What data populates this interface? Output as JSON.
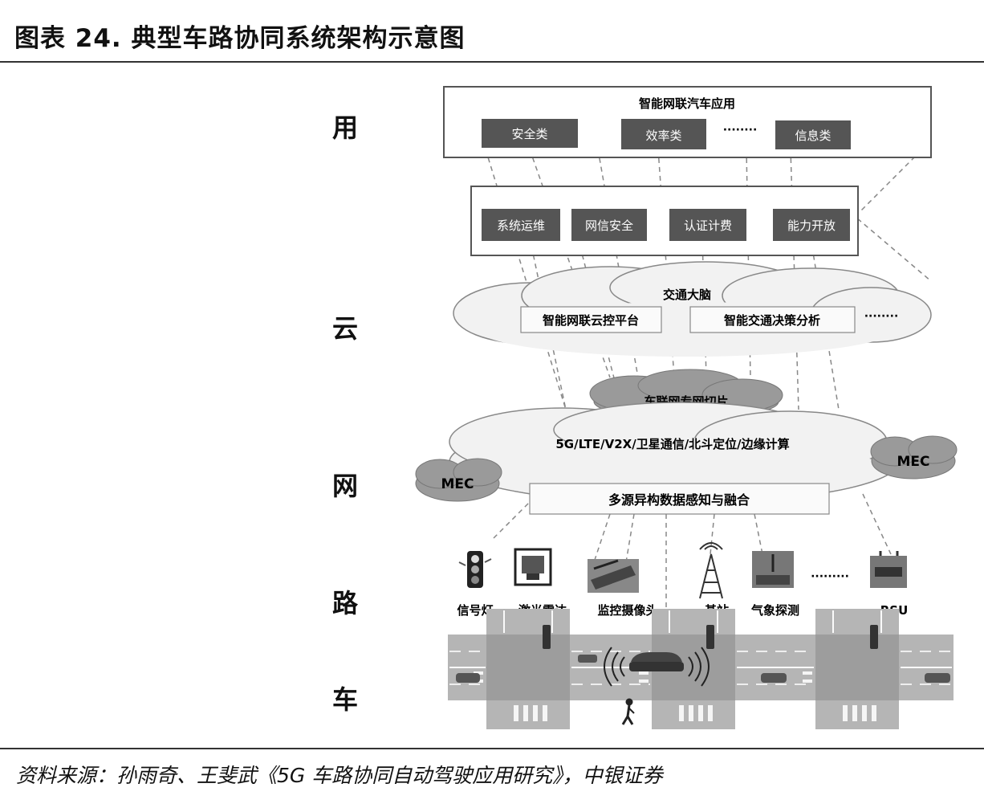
{
  "title": "图表 24. 典型车路协同系统架构示意图",
  "source": "资料来源：孙雨奇、王斐武《5G 车路协同自动驾驶应用研究》，中银证券",
  "layers": [
    "用",
    "云",
    "网",
    "路",
    "车"
  ],
  "app_layer": {
    "title": "智能网联汽车应用",
    "items": [
      "安全类",
      "效率类",
      "信息类"
    ],
    "ellipsis": "········"
  },
  "platform_services": [
    "系统运维",
    "网信安全",
    "认证计费",
    "能力开放"
  ],
  "cloud": {
    "title": "交通大脑",
    "platforms": [
      "智能网联云控平台",
      "智能交通决策分析"
    ],
    "ellipsis": "········"
  },
  "network": {
    "slice": "车联网专网切片",
    "tech": "5G/LTE/V2X/卫星通信/北斗定位/边缘计算",
    "mec_left": "MEC",
    "mec_right": "MEC",
    "fusion": "多源异构数据感知与融合"
  },
  "road_devices": [
    "信号灯",
    "激光雷达",
    "监控摄像头",
    "基站",
    "气象探测",
    "RSU"
  ],
  "road_ellipsis": "·········"
}
